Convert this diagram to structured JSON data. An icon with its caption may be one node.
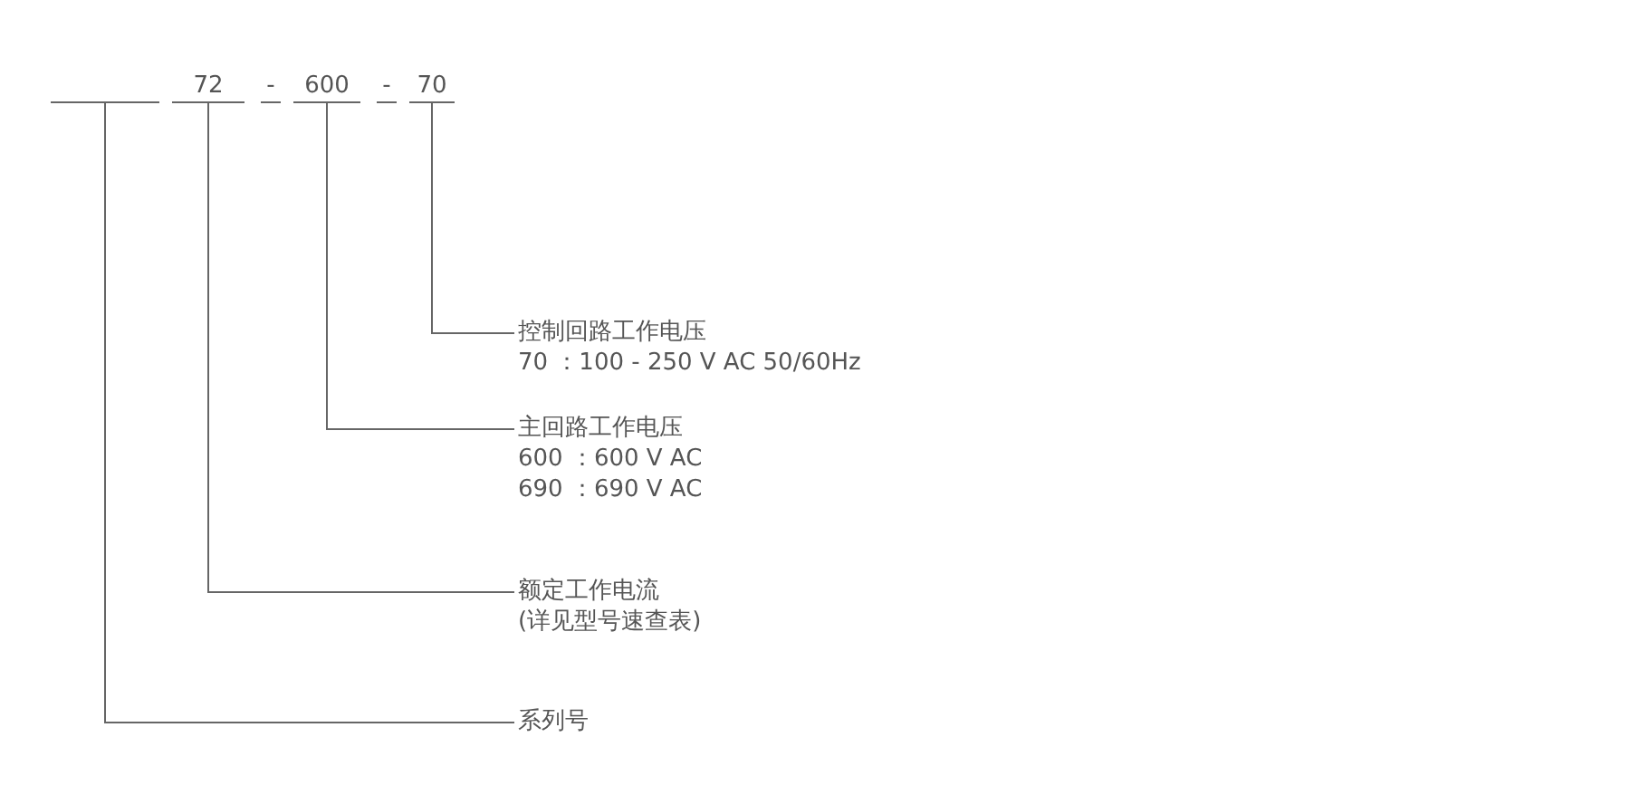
{
  "diagram": {
    "nodes": [
      {
        "text": [],
        "shape": "bar"
      },
      {
        "text": [
          "72"
        ]
      },
      {
        "text": [
          "600"
        ]
      },
      {
        "text": [
          "70"
        ]
      },
      {
        "text": [
          "控制回路工作电压",
          "70 ：100 - 250 V AC 50/60Hz"
        ]
      },
      {
        "text": [
          "主回路工作电压",
          "600 ：600 V AC",
          "690 ：690 V AC"
        ]
      },
      {
        "text": [
          "额定工作电流",
          "(详见型号速查表)"
        ]
      },
      {
        "text": [
          "系列号"
        ]
      }
    ],
    "edges": [
      {
        "from": 3,
        "to": 4,
        "arrow": "none"
      },
      {
        "from": 2,
        "to": 5,
        "arrow": "none"
      },
      {
        "from": 1,
        "to": 6,
        "arrow": "none"
      },
      {
        "from": 0,
        "to": 7,
        "arrow": "none"
      }
    ],
    "labels": [
      "-",
      "-"
    ]
  }
}
